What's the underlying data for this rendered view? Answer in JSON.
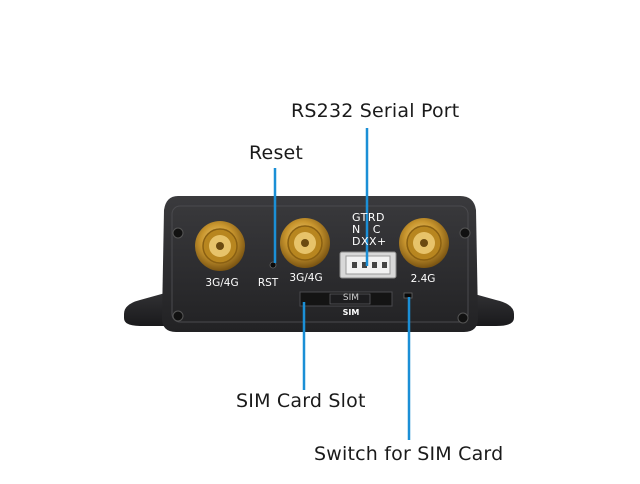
{
  "labels": {
    "rs232": "RS232 Serial Port",
    "reset": "Reset",
    "sim_slot": "SIM Card Slot",
    "sim_switch": "Switch for SIM Card"
  },
  "panel": {
    "port1": "3G/4G",
    "rst": "RST",
    "port2": "3G/4G",
    "port3": "2.4G",
    "sim_slot_text": "SIM",
    "sim_under": "SIM",
    "pin_row1": "GTRD",
    "pin_row2": "N   C",
    "pin_row3": "DXX+"
  },
  "colors": {
    "leader": "#1b8fd6",
    "housing": "#2a2a2c",
    "connector_gold": "#c9962e"
  }
}
